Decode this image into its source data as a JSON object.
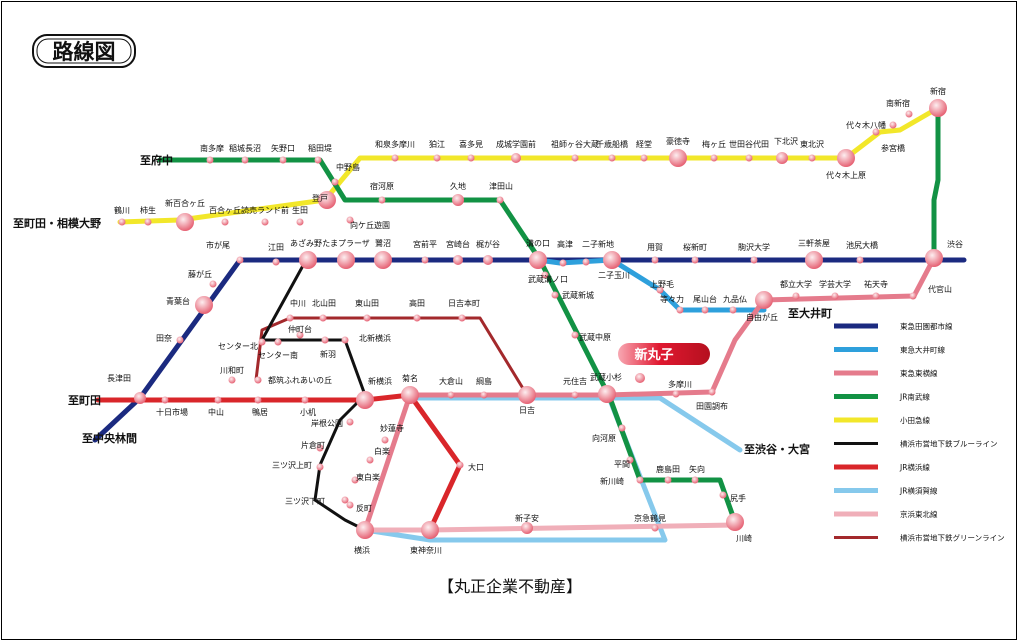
{
  "title": "路線図",
  "company": "【丸正企業不動産】",
  "highlight": "新丸子",
  "colors": {
    "denentoshi": "#1b2a80",
    "oimachi": "#2ea0dc",
    "toyoko": "#e57b8c",
    "nambu": "#129244",
    "odakyu": "#f2e72a",
    "blue_line": "#111111",
    "yokohama": "#d9262a",
    "yokosuka": "#86c9ec",
    "keihin_tohoku": "#f0afb9",
    "green_line": "#a3292c",
    "station_light": "#fdeef0",
    "station_dark": "#e4576a",
    "badge": "#e01830"
  },
  "destinations": {
    "fuchu": "至府中",
    "machida_sagamiono": "至町田・相模大野",
    "oimachi": "至大井町",
    "machida": "至町田",
    "chuorinkan": "至中央林間",
    "shibuya_omiya": "至渋谷・大宮"
  },
  "legend": [
    {
      "label": "東急田園都市線",
      "color": "#1b2a80"
    },
    {
      "label": "東急大井町線",
      "color": "#2ea0dc"
    },
    {
      "label": "東急東横線",
      "color": "#e57b8c"
    },
    {
      "label": "JR南武線",
      "color": "#129244"
    },
    {
      "label": "小田急線",
      "color": "#f2e72a"
    },
    {
      "label": "横浜市営地下鉄ブルーライン",
      "color": "#111111"
    },
    {
      "label": "JR横浜線",
      "color": "#d9262a"
    },
    {
      "label": "JR横須賀線",
      "color": "#86c9ec"
    },
    {
      "label": "京浜東北線",
      "color": "#f0afb9"
    },
    {
      "label": "横浜市営地下鉄グリーンライン",
      "color": "#a3292c"
    }
  ],
  "stations": {
    "shinjuku": "新宿",
    "minamishinjuku": "南新宿",
    "sangubashi": "参宮橋",
    "yoyogihachiman": "代々木八幡",
    "yoyogiuehara": "代々木上原",
    "higashikitazawa": "東北沢",
    "shimokitazawa": "下北沢",
    "setagayadaita": "世田谷代田",
    "umegaoka": "梅ヶ丘",
    "gotokuji": "豪徳寺",
    "kyodo": "経堂",
    "chitosefunabashi": "千歳船橋",
    "soshigaya": "祖師ヶ谷大蔵",
    "seijo": "成城学園前",
    "kitami": "喜多見",
    "komae": "狛江",
    "izumitamagawa": "和泉多摩川",
    "minamitama": "南多摩",
    "inagi": "稲城長沼",
    "yanokuchi": "矢野口",
    "inadazutsumi": "稲田堤",
    "nakanoshima": "中野島",
    "noborito": "登戸",
    "mukogaoka": "向ケ丘遊園",
    "shukugawara": "宿河原",
    "kuji": "久地",
    "tsudayama": "津田山",
    "tsurukawa": "鶴川",
    "kakio": "柿生",
    "shinyurigaoka": "新百合ヶ丘",
    "yurigaoka": "百合ヶ丘",
    "yomiuri": "読売ランド前",
    "ikuta": "生田",
    "shibuya": "渋谷",
    "ikejiri": "池尻大橋",
    "sangenjaya": "三軒茶屋",
    "komazawa": "駒沢大学",
    "sakurashinmachi": "桜新町",
    "yoga": "用賀",
    "futakotamagawa": "二子玉川",
    "futakoshinchi": "二子新地",
    "takatsu": "高津",
    "mizonokuchi": "溝の口",
    "kajigaya": "梶が谷",
    "miyazakidai": "宮崎台",
    "miyamaedaira": "宮前平",
    "saginuma": "鷺沼",
    "tamaplaza": "たまプラーザ",
    "azamino": "あざみ野",
    "eda": "江田",
    "ichigao": "市が尾",
    "fujigaoka": "藤が丘",
    "aobadai": "青葉台",
    "tana": "田奈",
    "nagatsuta": "長津田",
    "daikanyama": "代官山",
    "yutenji": "祐天寺",
    "gakugei": "学芸大学",
    "toritsudaigaku": "都立大学",
    "jiyugaoka": "自由が丘",
    "denenchofu": "田園調布",
    "tamagawa": "多摩川",
    "shinmaruko": "新丸子",
    "musashikosugi": "武蔵小杉",
    "motosumiyoshi": "元住吉",
    "hiyoshi": "日吉",
    "tsunashima": "綱島",
    "okurayama": "大倉山",
    "kikuna": "菊名",
    "myorenji": "妙蓮寺",
    "hakuraku": "白楽",
    "higashihakuraku": "東白楽",
    "tanmachi": "反町",
    "yokohama": "横浜",
    "kuhombutsu": "九品仏",
    "oyamadai": "尾山台",
    "todoroki": "等々力",
    "kaminoge": "上野毛",
    "musashimizonokuchi": "武蔵溝ノ口",
    "musashishinjo": "武蔵新城",
    "musashinakahara": "武蔵中原",
    "mukaigawara": "向河原",
    "hirama": "平間",
    "kashimada": "鹿島田",
    "yako": "矢向",
    "shitte": "尻手",
    "shinkawasaki": "新川崎",
    "kawasaki": "川崎",
    "shinkoyasu": "新子安",
    "tsurumi": "京急鶴見",
    "higashikanagawa": "東神奈川",
    "oguchi": "大口",
    "shinyokohama": "新横浜",
    "kozukue": "小机",
    "kamoi": "鴨居",
    "nakayama": "中山",
    "tokaichiba": "十日市場",
    "kitashinyokohama": "北新横浜",
    "nippa": "新羽",
    "nakamachidai": "仲町台",
    "centerminami": "センター南",
    "centerkita": "センター北",
    "kawawacho": "川和町",
    "tsuzuki": "都筑ふれあいの丘",
    "nakagawa": "中川",
    "kitayamata": "北山田",
    "higashiyamata": "東山田",
    "takata": "高田",
    "hiyoshihoncho": "日吉本町",
    "kishinekoen": "岸根公園",
    "katakuracho": "片倉町",
    "mitsuzawakami": "三ツ沢上町",
    "mitsuzawashimo": "三ツ沢下町"
  }
}
